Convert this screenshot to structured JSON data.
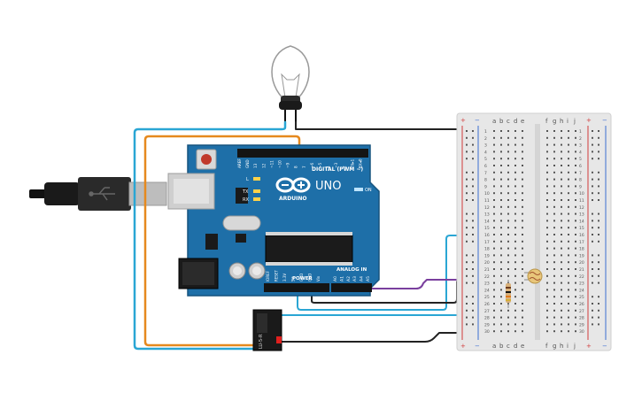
{
  "arduino": {
    "brand": "ARDUINO",
    "model": "UNO",
    "digital_label": "DIGITAL (PWM ~)",
    "power_label": "POWER",
    "analog_label": "ANALOG IN",
    "on_label": "ON",
    "led_l": "L",
    "led_tx": "TX",
    "led_rx": "RX",
    "digital_pins": [
      "AREF",
      "GND",
      "13",
      "12",
      "~11",
      "~10",
      "~9",
      "8",
      "7",
      "~6",
      "~5",
      "4",
      "~3",
      "2",
      "TX▸1",
      "RX◂0"
    ],
    "power_pins": [
      "IOREF",
      "RESET",
      "3.3V",
      "5V",
      "GND",
      "GND",
      "Vin"
    ],
    "analog_pins": [
      "A0",
      "A1",
      "A2",
      "A3",
      "A4",
      "A5"
    ]
  },
  "breadboard": {
    "columns_left": [
      "a",
      "b",
      "c",
      "d",
      "e"
    ],
    "columns_right": [
      "f",
      "g",
      "h",
      "i",
      "j"
    ],
    "rows": [
      "1",
      "2",
      "3",
      "4",
      "5",
      "6",
      "7",
      "8",
      "9",
      "10",
      "11",
      "12",
      "13",
      "14",
      "15",
      "16",
      "17",
      "18",
      "19",
      "20",
      "21",
      "22",
      "23",
      "24",
      "25",
      "26",
      "27",
      "28",
      "29",
      "30"
    ],
    "plus": "+",
    "minus": "−"
  },
  "relay": {
    "label": "LU-5-R"
  },
  "colors": {
    "board": "#1e6fa8",
    "board_edge": "#16547f",
    "breadboard": "#e7e7e7",
    "wire_orange": "#e6891e",
    "wire_blue": "#2aa6d4",
    "wire_black": "#222222",
    "wire_purple": "#7a3f9e",
    "rail_red": "#d23b3b",
    "rail_blue": "#3b6fd2"
  }
}
